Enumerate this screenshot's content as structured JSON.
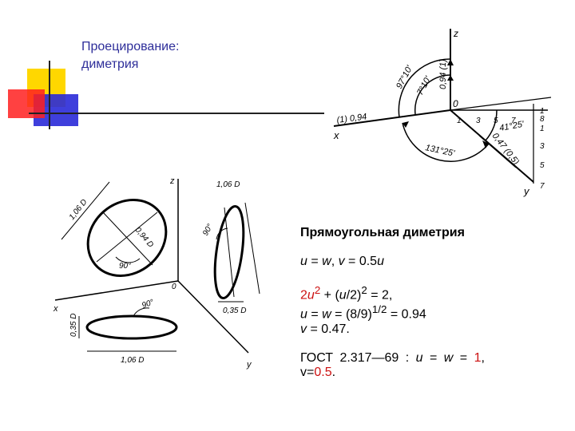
{
  "slide": {
    "title_line1": "Проецирование:",
    "title_line2": "диметрия"
  },
  "colors": {
    "title": "#2e2e9a",
    "accent_red": "#cc1111",
    "deco_yellow": "#ffd700",
    "deco_red": "#ff2020",
    "deco_blue": "#2a2ad8"
  },
  "axonometry_labels": {
    "z": "z",
    "x": "x",
    "y": "y",
    "origin": "0",
    "x_coef": "(1) 0,94",
    "z_coef": "0,94 (1)",
    "y_coef": "0,47 (0,5)",
    "angle_x": "97°10'",
    "angle_x2": "7°10'",
    "angle_xy": "131°25'",
    "angle_y": "41°25'",
    "scale_top": [
      "1",
      "8",
      "1"
    ],
    "scale_horizontal": [
      "1",
      "3",
      "5",
      "7"
    ],
    "scale_vertical": [
      "3",
      "5",
      "7"
    ]
  },
  "ellipse_labels": {
    "z": "z",
    "x": "x",
    "y": "y",
    "origin": "0",
    "front_major": "1,06 D",
    "front_minor": "0,94 D",
    "front_angle": "90°",
    "side_major": "1,06 D",
    "side_minor": "0,35 D",
    "side_angle": "90°",
    "bottom_major": "1,06 D",
    "bottom_minor": "0,35 D",
    "bottom_angle": "90°"
  },
  "text": {
    "heading": "Прямоугольная диметрия",
    "l1_u": "u",
    "l1_mid1": " = ",
    "l1_w": "w",
    "l1_mid2": ", ",
    "l1_v": "v",
    "l1_mid3": " = 0.5",
    "l1_u2": "u",
    "l2_a": "2",
    "l2_u": "u",
    "l2_sup1": "2",
    "l2_b": " + (",
    "l2_u2": "u",
    "l2_c": "/2)",
    "l2_sup2": "2",
    "l2_d": " = 2,",
    "l3_u": "u",
    "l3_mid": " = ",
    "l3_w": "w",
    "l3_b": " = (8/9)",
    "l3_sup": "1/2",
    "l3_c": " = 0.94",
    "l4_v": "v",
    "l4_b": " = 0.47.",
    "gost_a": "ГОСТ 2.317—69 : ",
    "gost_u": "u",
    "gost_b": " = ",
    "gost_w": "w",
    "gost_c": " = ",
    "gost_one": "1",
    "gost_d": ",",
    "l6_a": "v=",
    "l6_red": "0.5",
    "l6_b": "."
  }
}
